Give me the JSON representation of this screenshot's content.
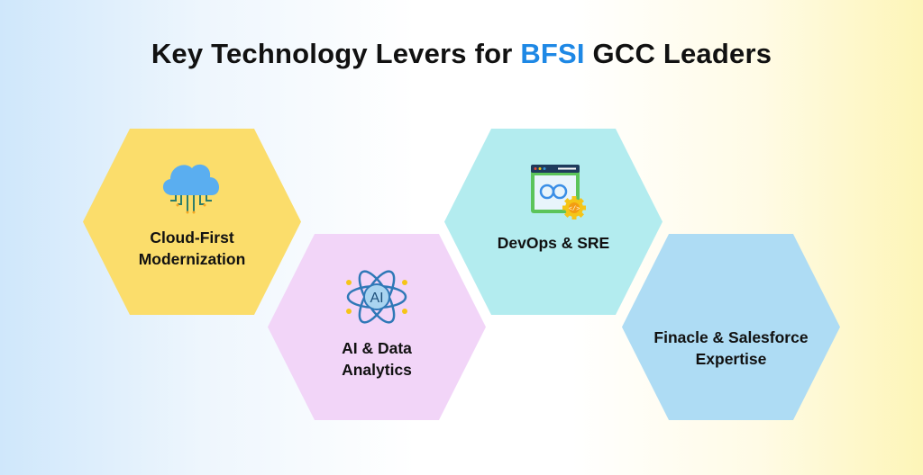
{
  "title": {
    "prefix": "Key Technology Levers for ",
    "accent": "BFSI",
    "suffix": " GCC Leaders",
    "accent_color": "#1e88e5"
  },
  "levers": [
    {
      "line1": "Cloud-First",
      "line2": "Modernization",
      "icon": "cloud-icon",
      "color": "#fbdd6b"
    },
    {
      "line1": "AI & Data",
      "line2": "Analytics",
      "icon": "ai-atom-icon",
      "color": "#f2d5f8",
      "icon_text": "AI"
    },
    {
      "line1": "DevOps & SRE",
      "icon": "devops-window-icon",
      "color": "#b3ecef"
    },
    {
      "line1": "Finacle & Salesforce",
      "line2": "Expertise",
      "color": "#aedcf4"
    }
  ]
}
